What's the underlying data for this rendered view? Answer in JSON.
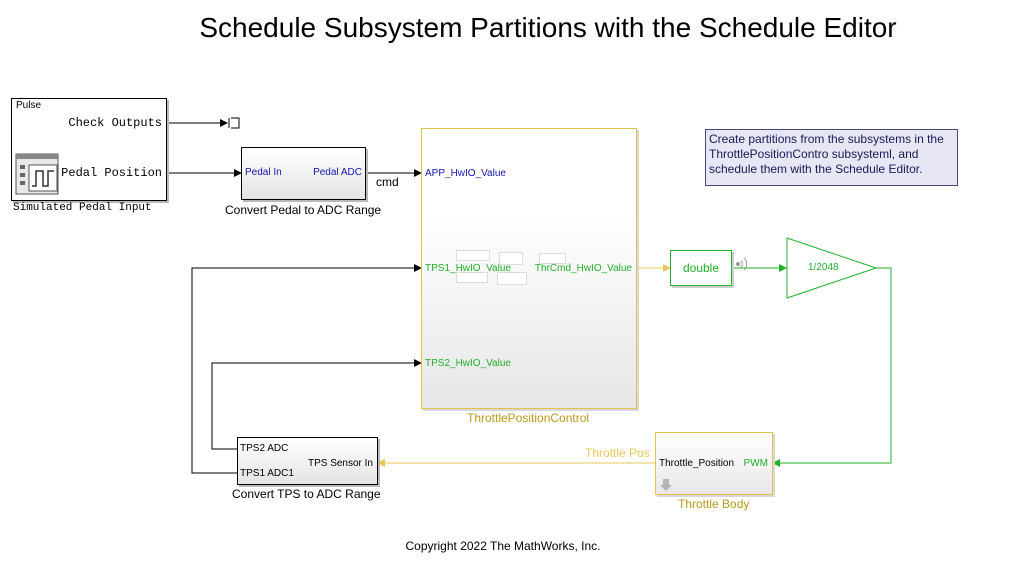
{
  "title": "Schedule Subsystem Partitions with the Schedule Editor",
  "pulse_block": {
    "name": "Simulated Pedal Input",
    "badge": "Pulse",
    "port_check": "Check Outputs",
    "port_pedal": "Pedal Position"
  },
  "convert_pedal": {
    "name": "Convert Pedal to ADC Range",
    "in_port": "Pedal In",
    "out_port": "Pedal ADC"
  },
  "cmd_label": "cmd",
  "tpc": {
    "name": "ThrottlePositionControl",
    "in1": "APP_HwIO_Value",
    "in2": "TPS1_HwIO_Value",
    "in3": "TPS2_HwIO_Value",
    "out1": "ThrCmd_HwIO_Value"
  },
  "note": "Create partitions from the subsystems in the ThrottlePositionContro subsysteml, and schedule them with the Schedule Editor.",
  "double_block": "double",
  "gain_block": "1/2048",
  "throttle_body": {
    "name": "Throttle Body",
    "in_port": "PWM",
    "out_port": "Throttle_Position"
  },
  "throttle_pos_label": "Throttle Pos",
  "convert_tps": {
    "name": "Convert TPS to ADC Range",
    "out1": "TPS2 ADC",
    "out2": "TPS1 ADC1",
    "in_port": "TPS Sensor In"
  },
  "copyright": "Copyright 2022 The MathWorks, Inc.",
  "colors": {
    "black_wire": "#000000",
    "green_signal": "#22b02a",
    "yellow_signal": "#e6c85a",
    "subsystem_border": "#e3c24a",
    "subsystem_name": "#b89a1a",
    "port_blue": "#1515b0",
    "note_bg": "#e6e6f5"
  },
  "icons": [
    "pulse-generator-icon",
    "terminator-icon",
    "signal-icon",
    "arrow-down-icon"
  ]
}
